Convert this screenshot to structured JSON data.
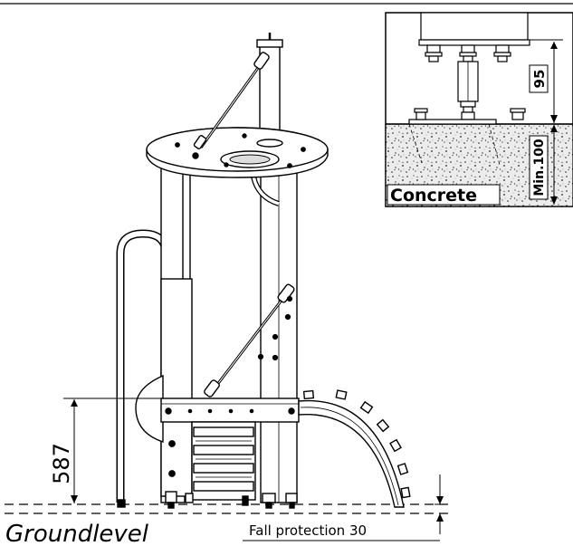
{
  "labels": {
    "groundlevel": "Groundlevel",
    "fall_protection": "Fall protection 30",
    "height_dim": "587"
  },
  "detail": {
    "material": "Concrete",
    "clearance_dim": "95",
    "depth_dim": "Min.100"
  },
  "colors": {
    "line": "#000000",
    "background": "#ffffff",
    "concrete_fill": "#e9e9e9"
  }
}
